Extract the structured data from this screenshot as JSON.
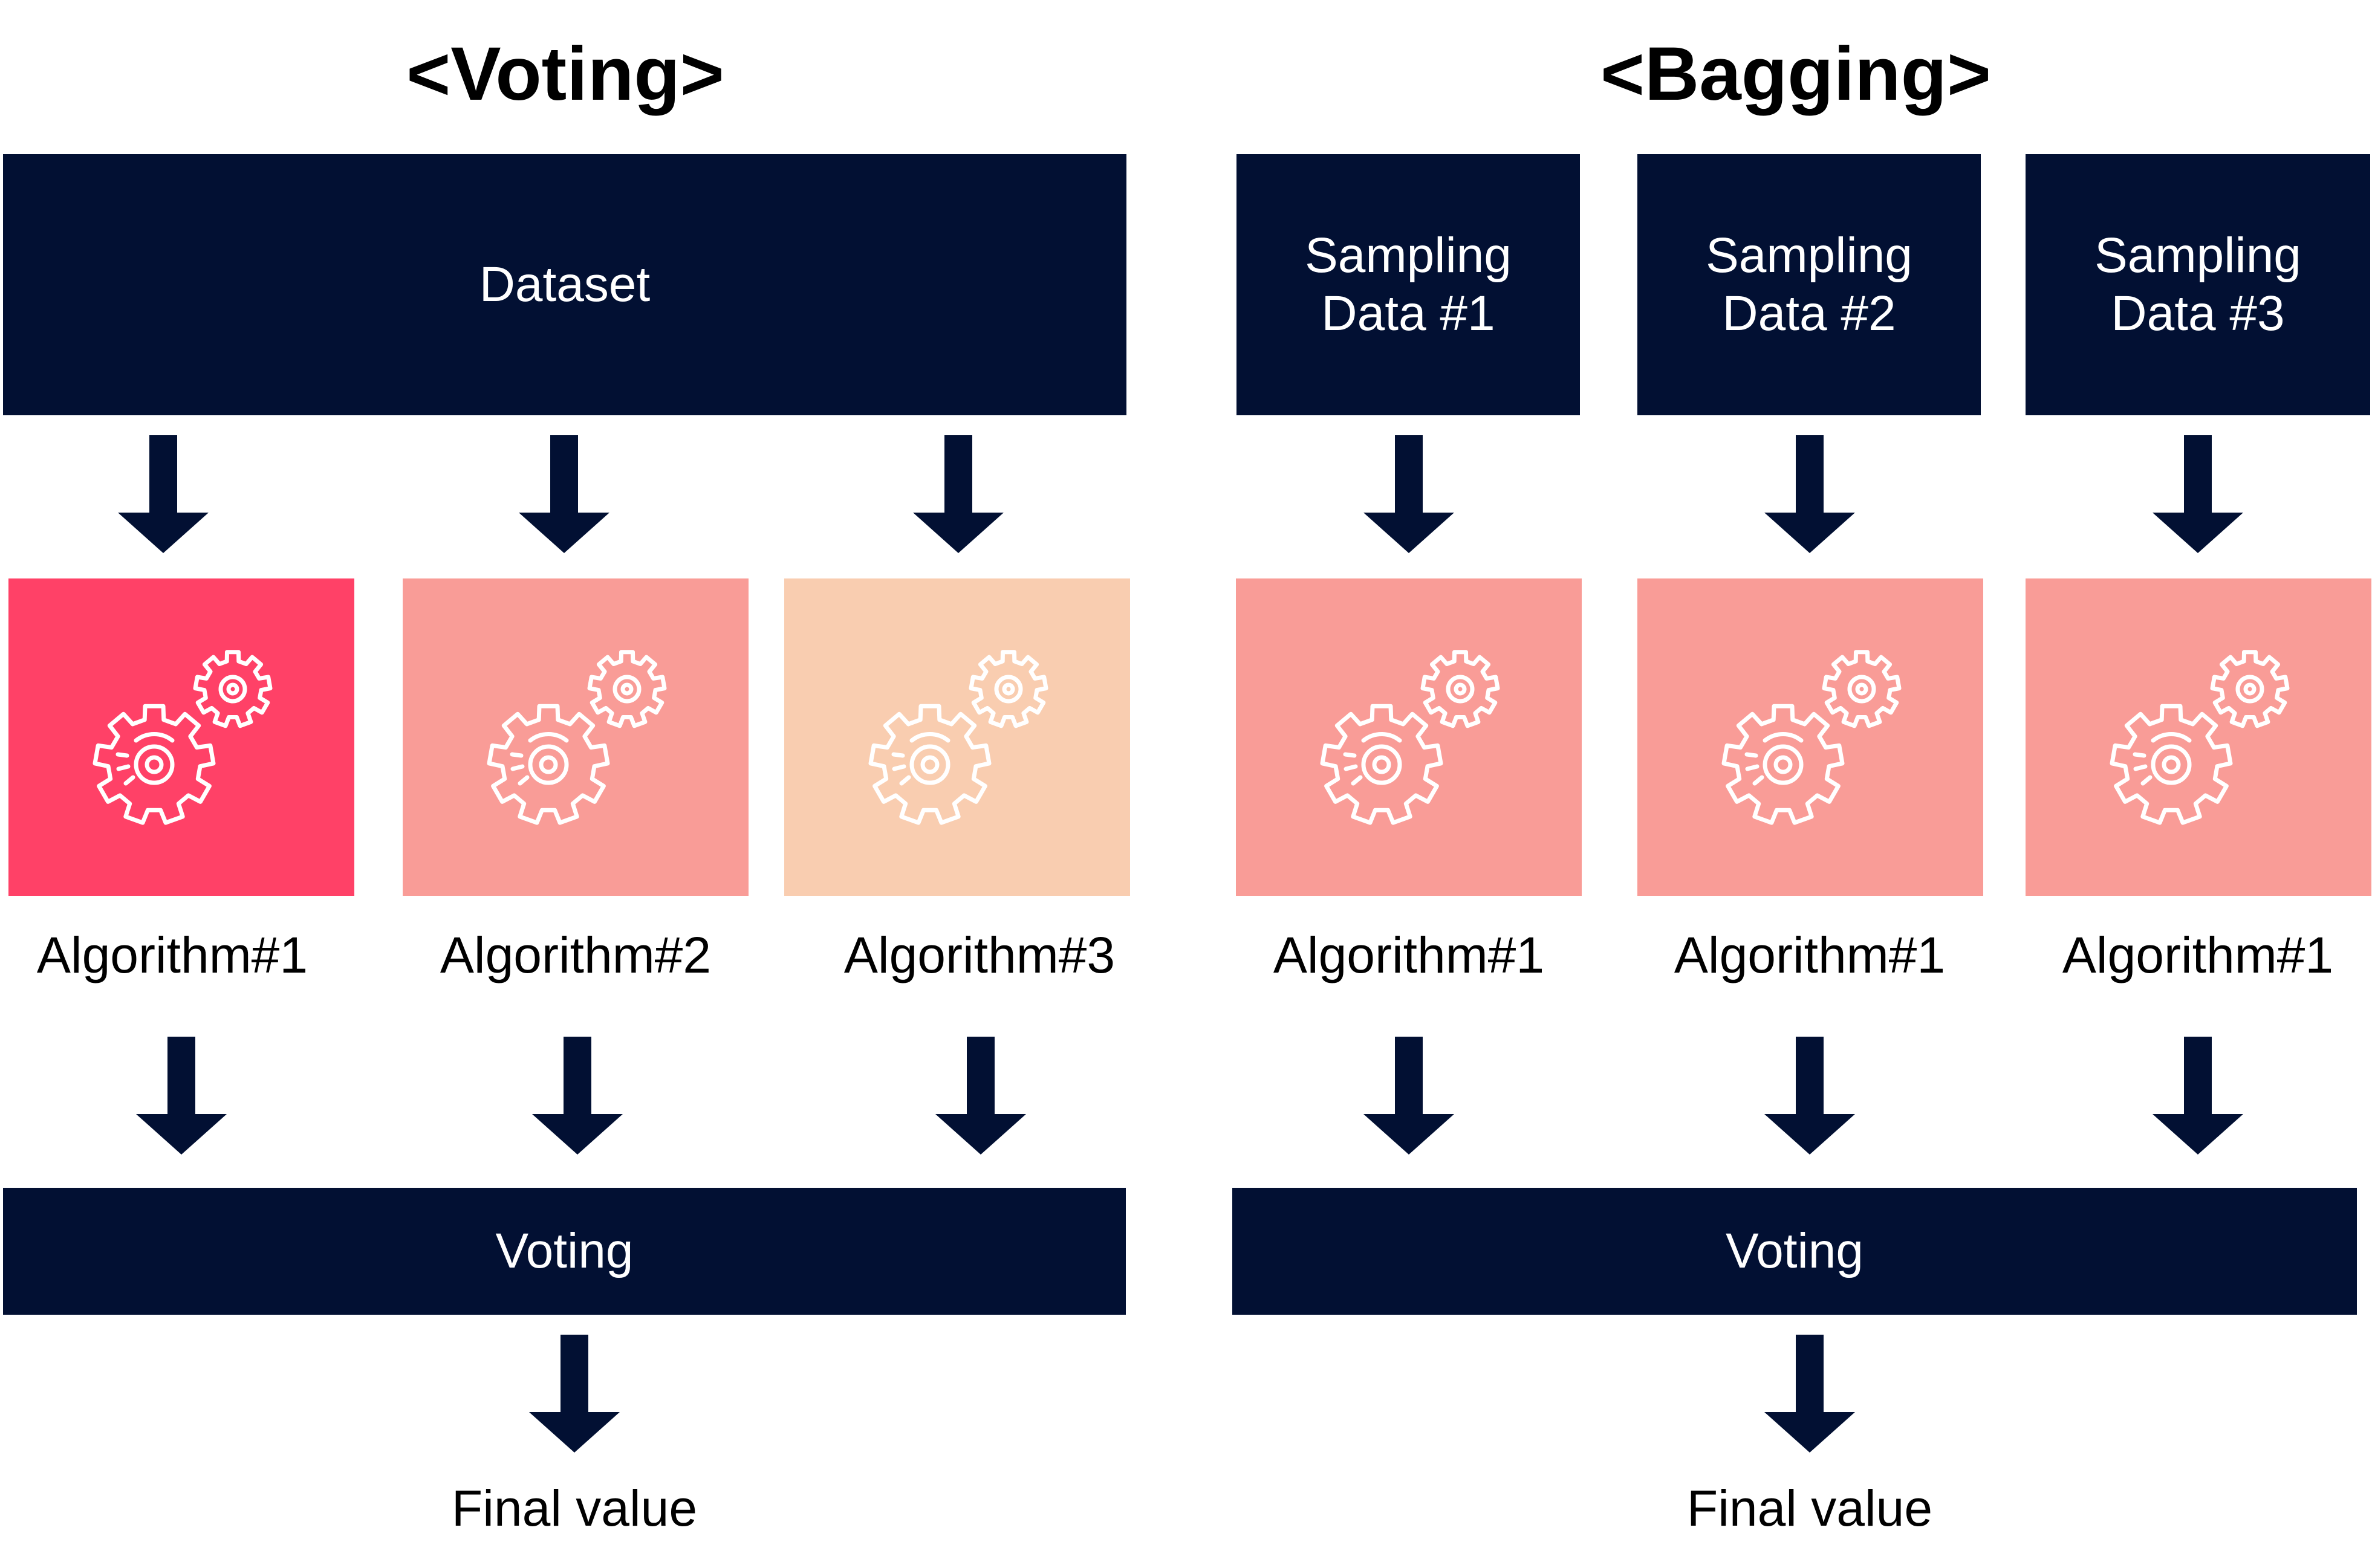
{
  "voting": {
    "title": "<Voting>",
    "dataset_label": "Dataset",
    "algorithms": [
      {
        "label": "Algorithm#1",
        "color": "#FF4167"
      },
      {
        "label": "Algorithm#2",
        "color": "#F99C97"
      },
      {
        "label": "Algorithm#3",
        "color": "#F9CDB0"
      }
    ],
    "voting_label": "Voting",
    "final_label": "Final value"
  },
  "bagging": {
    "title": "<Bagging>",
    "samples": [
      {
        "label": "Sampling\nData #1"
      },
      {
        "label": "Sampling\nData #2"
      },
      {
        "label": "Sampling\nData #3"
      }
    ],
    "algorithms": [
      {
        "label": "Algorithm#1",
        "color": "#F99C97"
      },
      {
        "label": "Algorithm#1",
        "color": "#F99C97"
      },
      {
        "label": "Algorithm#1",
        "color": "#F99C97"
      }
    ],
    "voting_label": "Voting",
    "final_label": "Final value"
  },
  "colors": {
    "navy": "#021033",
    "icon_stroke": "#ffffff"
  },
  "icons": {
    "algorithm": "gears-icon",
    "flow": "down-arrow-icon"
  }
}
